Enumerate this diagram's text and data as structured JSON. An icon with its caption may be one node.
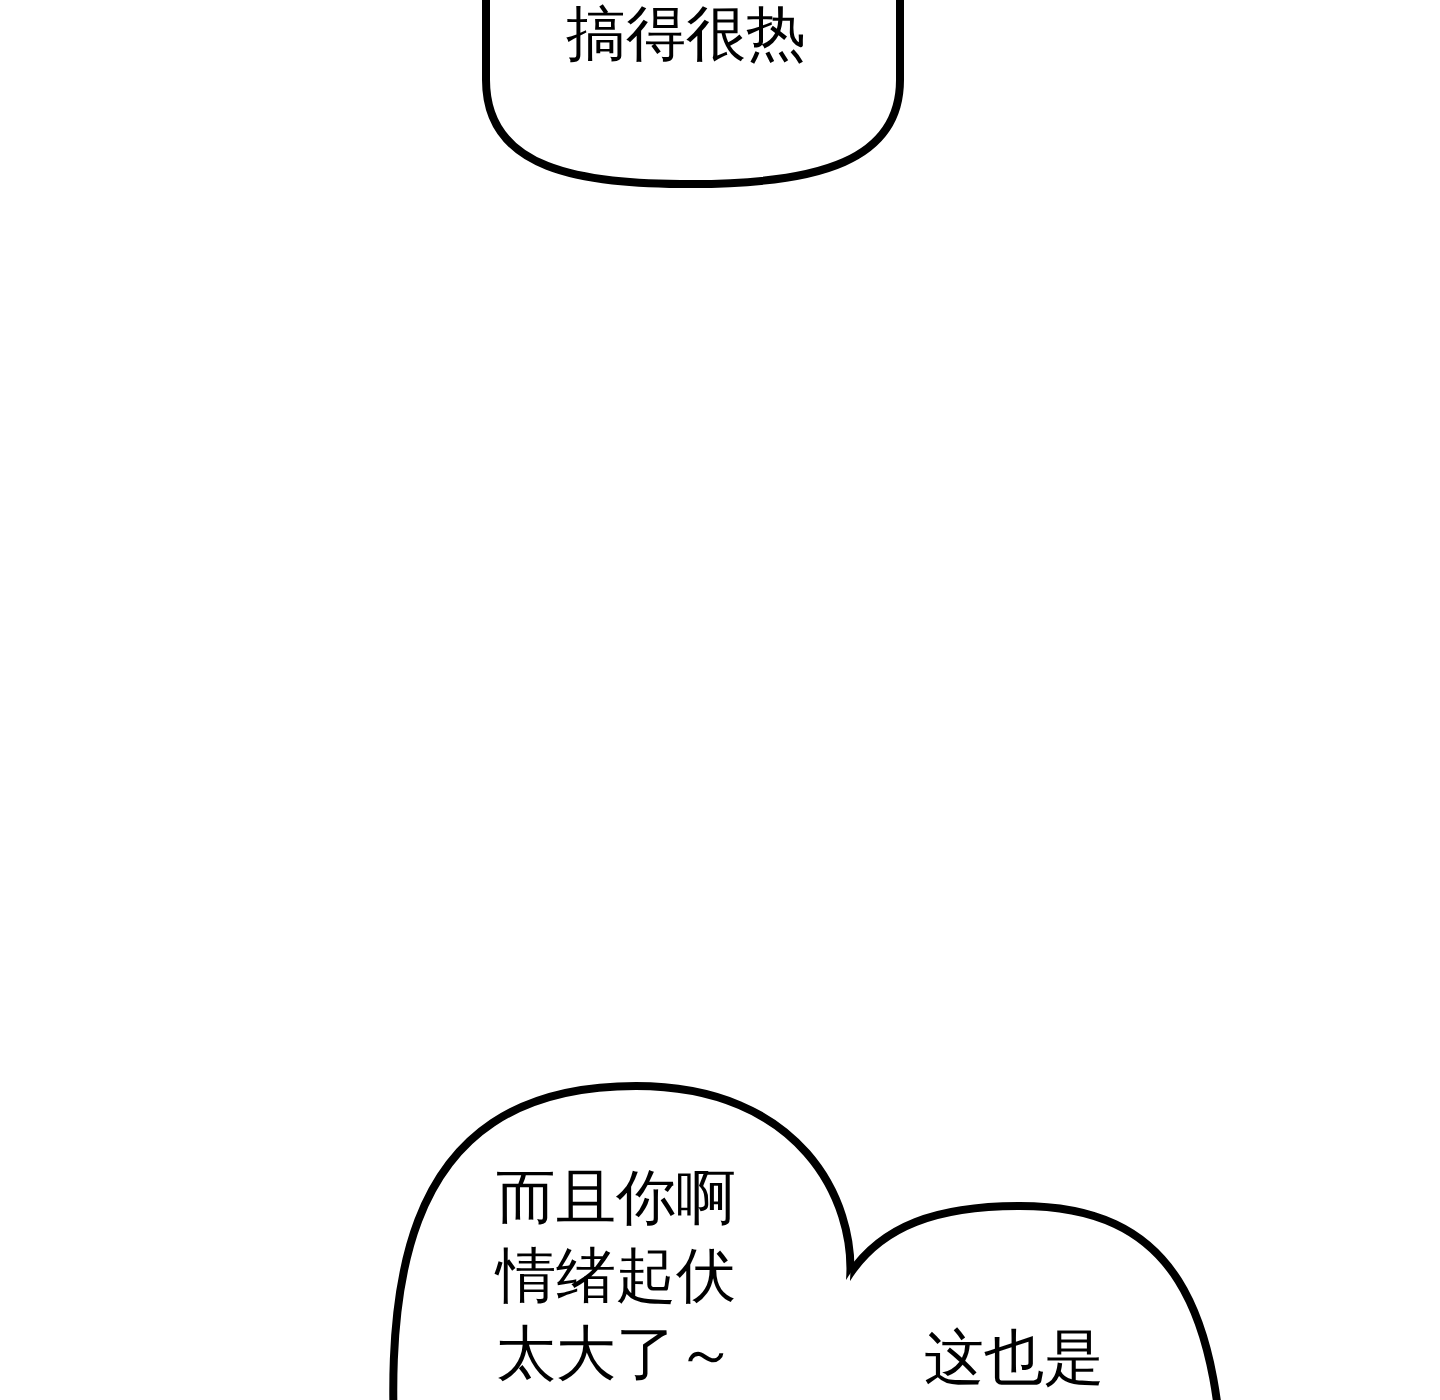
{
  "diagram": {
    "nodes": [
      {
        "text": [
          "搞得很热"
        ]
      },
      {
        "text": [
          "而且你啊情绪起伏太大了～"
        ]
      },
      {
        "text": [
          "这也是"
        ]
      }
    ]
  }
}
